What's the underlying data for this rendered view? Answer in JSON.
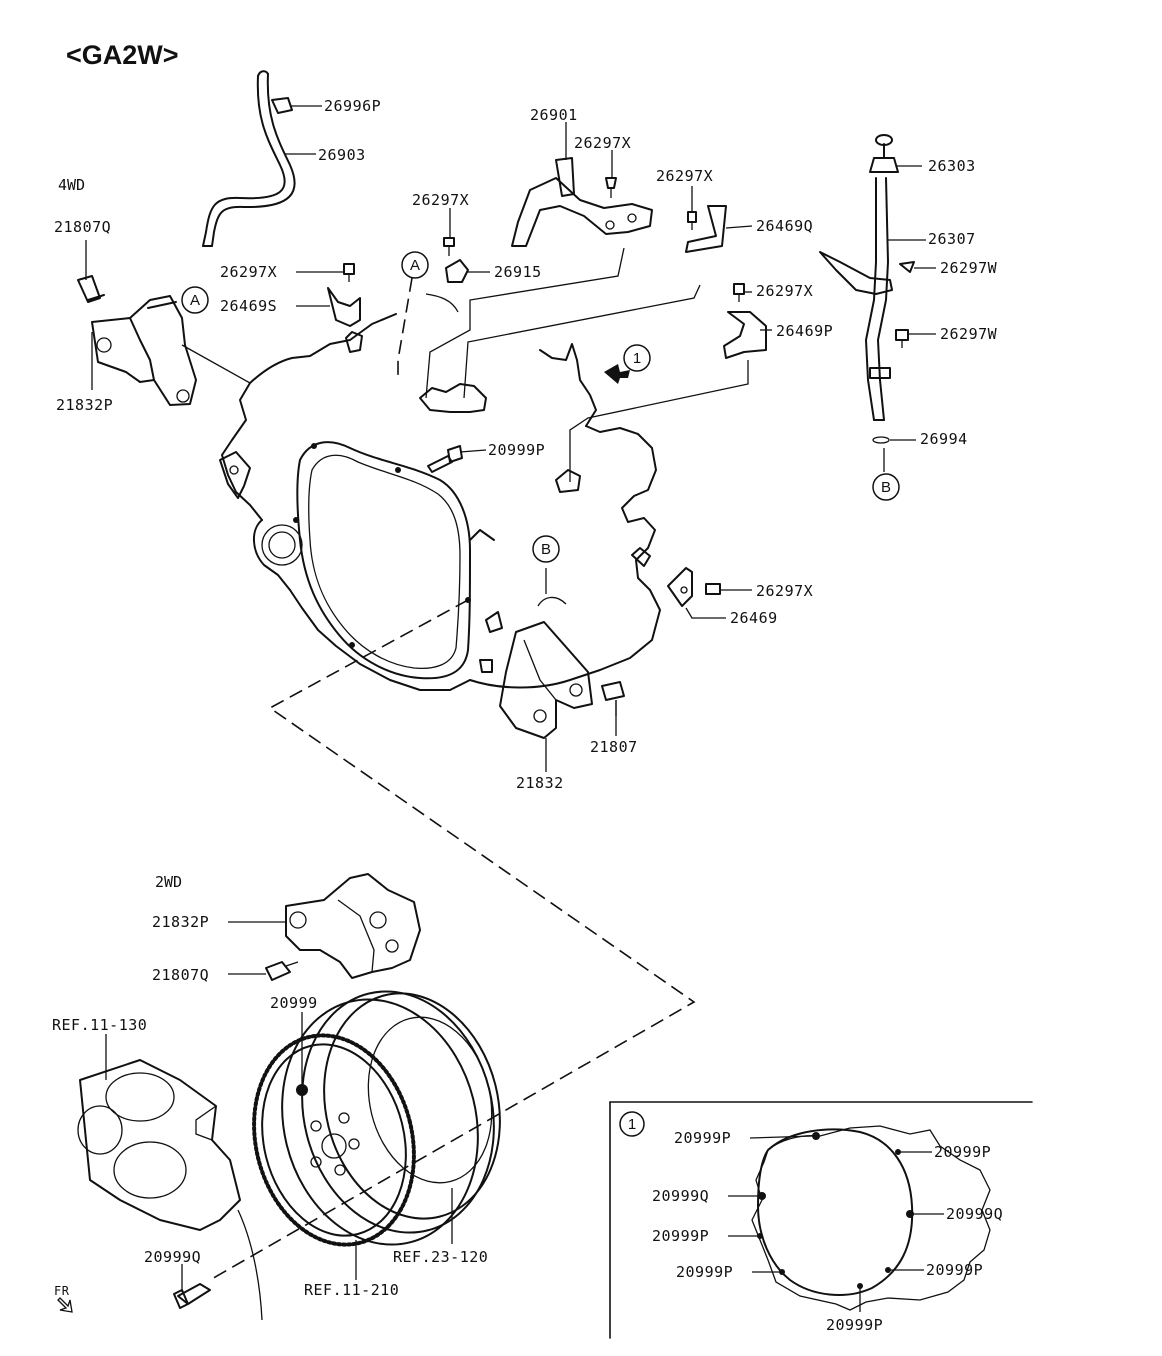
{
  "title": "<GA2W>",
  "sections": {
    "fourwd": "4WD",
    "twowd": "2WD"
  },
  "markers": {
    "a": "A",
    "b": "B",
    "one": "1"
  },
  "labels": {
    "p26996P": "26996P",
    "p26903": "26903",
    "p26901": "26901",
    "p26297X_1": "26297X",
    "p26297X_2": "26297X",
    "p26297X_3": "26297X",
    "p26297X_4": "26297X",
    "p26297X_5": "26297X",
    "p26303": "26303",
    "p26307": "26307",
    "p26297W_1": "26297W",
    "p26297W_2": "26297W",
    "p26469Q": "26469Q",
    "p26915": "26915",
    "p26469S": "26469S",
    "p26297X_6": "26297X",
    "p26469P": "26469P",
    "p21807Q_1": "21807Q",
    "p21832P_1": "21832P",
    "p20999P": "20999P",
    "p26994": "26994",
    "p26469": "26469",
    "p21807": "21807",
    "p21832": "21832",
    "p21832P_2": "21832P",
    "p21807Q_2": "21807Q",
    "p20999": "20999",
    "ref11130": "REF.11-130",
    "ref11210": "REF.11-210",
    "ref23120": "REF.23-120",
    "p20999Q_b": "20999Q",
    "fr": "FR"
  },
  "inset": {
    "p1": "20999P",
    "p2": "20999P",
    "q1": "20999Q",
    "q2": "20999Q",
    "p3": "20999P",
    "p4": "20999P",
    "p5": "20999P",
    "p6": "20999P"
  }
}
